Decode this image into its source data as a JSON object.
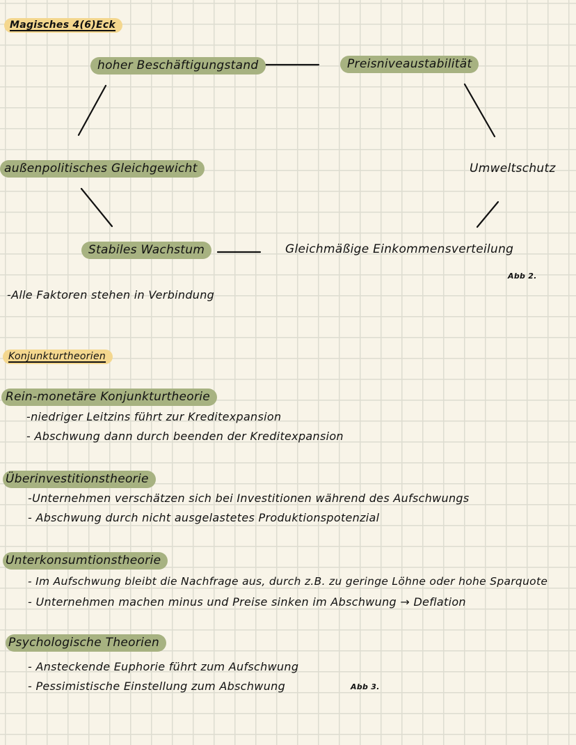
{
  "section1": {
    "title": "Magisches 4(6)Eck",
    "nodes": {
      "top_left": "hoher Beschäftigungstand",
      "top_right": "Preisniveaustabilität",
      "mid_left": "außenpolitisches Gleichgewicht",
      "mid_right": "Umweltschutz",
      "bottom_left": "Stabiles Wachstum",
      "bottom_right": "Gleichmäßige Einkommensverteilung"
    },
    "figure_label": "Abb 2.",
    "note": "-Alle Faktoren stehen in Verbindung"
  },
  "section2": {
    "title": "Konjunkturtheorien",
    "theories": [
      {
        "name": "Rein-monetäre Konjunkturtheorie",
        "points": [
          "-niedriger Leitzins führt zur Kreditexpansion",
          "- Abschwung dann durch beenden der Kreditexpansion"
        ]
      },
      {
        "name": "Überinvestitionstheorie",
        "points": [
          "-Unternehmen verschätzen sich bei Investitionen während des Aufschwungs",
          "- Abschwung durch nicht ausgelastetes Produktionspotenzial"
        ]
      },
      {
        "name": "Unterkonsumtionstheorie",
        "points": [
          "- Im Aufschwung bleibt die Nachfrage aus, durch z.B. zu geringe Löhne oder hohe Sparquote",
          "- Unternehmen machen minus und Preise sinken im Abschwung → Deflation"
        ]
      },
      {
        "name": "Psychologische Theorien",
        "points": [
          "- Ansteckende Euphorie führt zum Aufschwung",
          "- Pessimistische Einstellung zum Abschwung"
        ]
      }
    ],
    "figure_label": "Abb 3."
  },
  "colors": {
    "background": "#f8f4e8",
    "grid": "#dddcd0",
    "highlight_green": "#a7b281",
    "highlight_yellow": "#f4d78e",
    "ink": "#111111"
  }
}
